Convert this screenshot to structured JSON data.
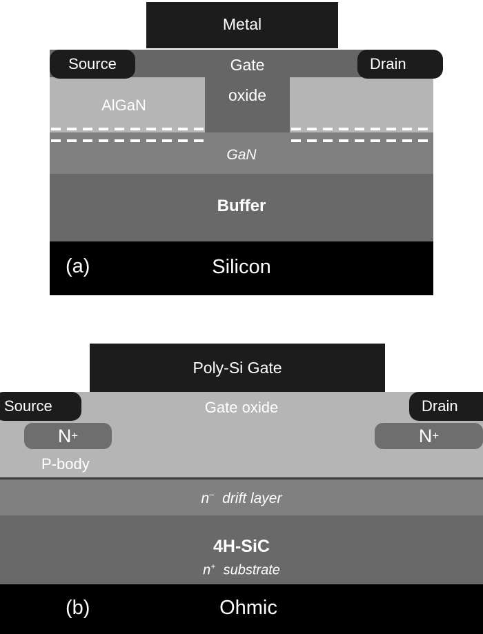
{
  "figure_a": {
    "tag": "(a)",
    "device": "GaN HEMT on Silicon cross-section",
    "layers": {
      "metal": "Metal",
      "gate": "Gate",
      "oxide": "oxide",
      "algan": "AlGaN",
      "gan": "GaN",
      "buffer": "Buffer",
      "silicon": "Silicon"
    },
    "terminals": {
      "source": "Source",
      "drain": "Drain"
    },
    "colors": {
      "metal": "#1c1c1c",
      "gate_oxide": "#666666",
      "algan": "#b5b5b5",
      "gan": "#808080",
      "buffer": "#696969",
      "silicon": "#000000",
      "dashed_line": "#ffffff"
    }
  },
  "figure_b": {
    "tag": "(b)",
    "device": "4H-SiC MOSFET cross-section",
    "layers": {
      "poly_gate": "Poly-Si Gate",
      "gate_oxide": "Gate oxide",
      "n_plus_left": "N",
      "n_plus_left_sup": "+",
      "n_plus_right": "N",
      "n_plus_right_sup": "+",
      "p_body": "P-body",
      "drift_n": "n",
      "drift_sup": "–",
      "drift_rest": "drift layer",
      "substrate_material": "4H-SiC",
      "substrate_n": "n",
      "substrate_sup": "+",
      "substrate_rest": "substrate",
      "ohmic": "Ohmic"
    },
    "terminals": {
      "source": "Source",
      "drain": "Drain"
    },
    "colors": {
      "poly_gate": "#1c1c1c",
      "gate_oxide": "#b5b5b5",
      "n_plus": "#6e6e6e",
      "p_body": "#b5b5b5",
      "drift": "#808080",
      "substrate": "#696969",
      "ohmic": "#000000"
    }
  }
}
